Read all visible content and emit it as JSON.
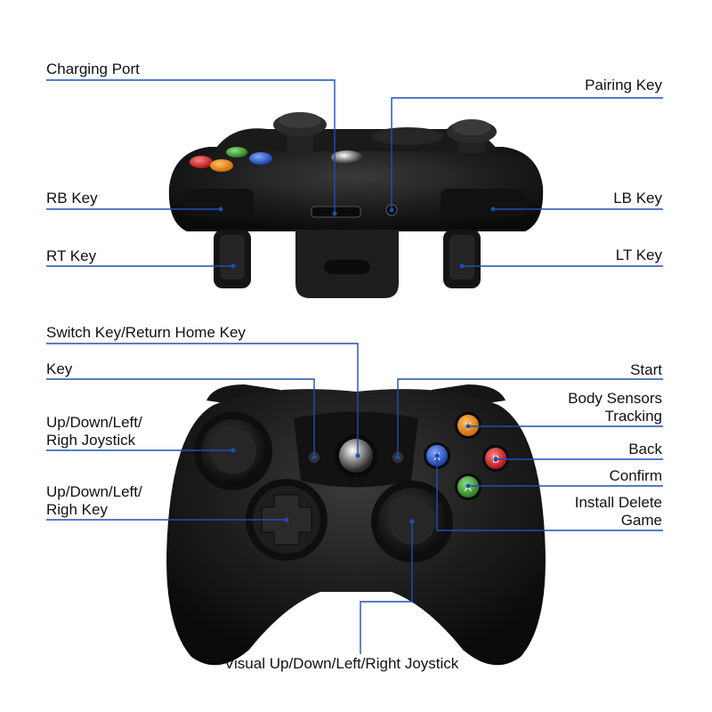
{
  "labels": {
    "charging_port": "Charging Port",
    "pairing_key": "Pairing Key",
    "rb_key": "RB Key",
    "lb_key": "LB Key",
    "rt_key": "RT Key",
    "lt_key": "LT Key",
    "switch_key": "Switch Key/Return Home Key",
    "key": "Key",
    "start": "Start",
    "left_joystick_line1": "Up/Down/Left/",
    "left_joystick_line2": "Righ Joystick",
    "dpad_line1": "Up/Down/Left/",
    "dpad_line2": "Righ Key",
    "body_sensors_line1": "Body Sensors",
    "body_sensors_line2": "Tracking",
    "back": "Back",
    "confirm": "Confirm",
    "install_delete_line1": "Install Delete",
    "install_delete_line2": "Game",
    "visual_joystick": "Visual Up/Down/Left/Right Joystick"
  },
  "colors": {
    "leader": "#1f4fb5",
    "controller_body": "#1c1c1c",
    "button_y": "#f08a12",
    "button_b": "#e02b2b",
    "button_x": "#2a5fd6",
    "button_a": "#3f9b3a"
  }
}
